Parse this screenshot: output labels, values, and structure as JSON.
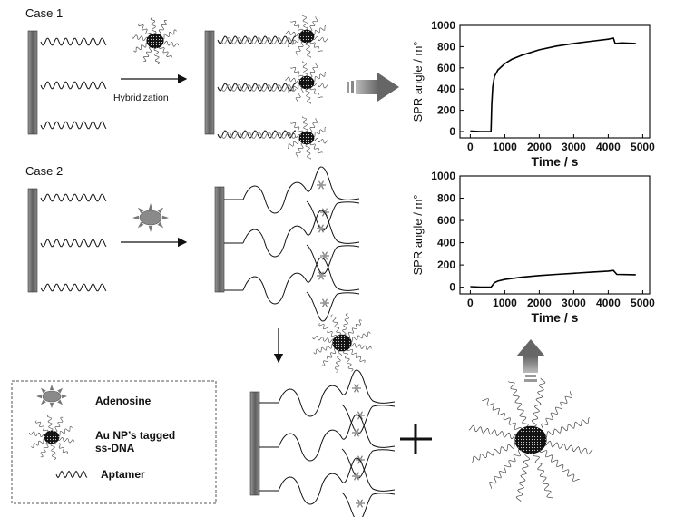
{
  "labels": {
    "case1": "Case 1",
    "case2": "Case 2",
    "hybridization": "Hybridization"
  },
  "legend": {
    "adenosine": "Adenosine",
    "au_np_line1": "Au NP’s tagged",
    "au_np_line2": "ss-DNA",
    "aptamer": "Aptamer"
  },
  "chart_data": [
    {
      "type": "line",
      "xlabel": "Time / s",
      "ylabel": "SPR angle / m°",
      "x_ticks": [
        0,
        1000,
        2000,
        3000,
        4000,
        5000
      ],
      "y_ticks": [
        0,
        200,
        400,
        600,
        800,
        1000
      ],
      "xlim": [
        -300,
        5200
      ],
      "ylim": [
        -60,
        1000
      ],
      "series": [
        {
          "x": [
            0,
            300,
            600,
            620,
            650,
            700,
            800,
            1000,
            1200,
            1500,
            2000,
            2500,
            3000,
            3500,
            4000,
            4150,
            4200,
            4400,
            4800
          ],
          "y": [
            5,
            0,
            0,
            250,
            420,
            520,
            580,
            640,
            680,
            720,
            770,
            805,
            830,
            850,
            870,
            880,
            830,
            835,
            830
          ]
        }
      ]
    },
    {
      "type": "line",
      "xlabel": "Time / s",
      "ylabel": "SPR angle / m°",
      "x_ticks": [
        0,
        1000,
        2000,
        3000,
        4000,
        5000
      ],
      "y_ticks": [
        0,
        200,
        400,
        600,
        800,
        1000
      ],
      "xlim": [
        -300,
        5200
      ],
      "ylim": [
        -60,
        1000
      ],
      "series": [
        {
          "x": [
            0,
            300,
            600,
            700,
            800,
            1000,
            1500,
            2000,
            2500,
            3000,
            3500,
            4000,
            4150,
            4250,
            4800
          ],
          "y": [
            5,
            0,
            0,
            40,
            55,
            70,
            90,
            105,
            115,
            125,
            135,
            145,
            150,
            115,
            112
          ]
        }
      ]
    }
  ]
}
